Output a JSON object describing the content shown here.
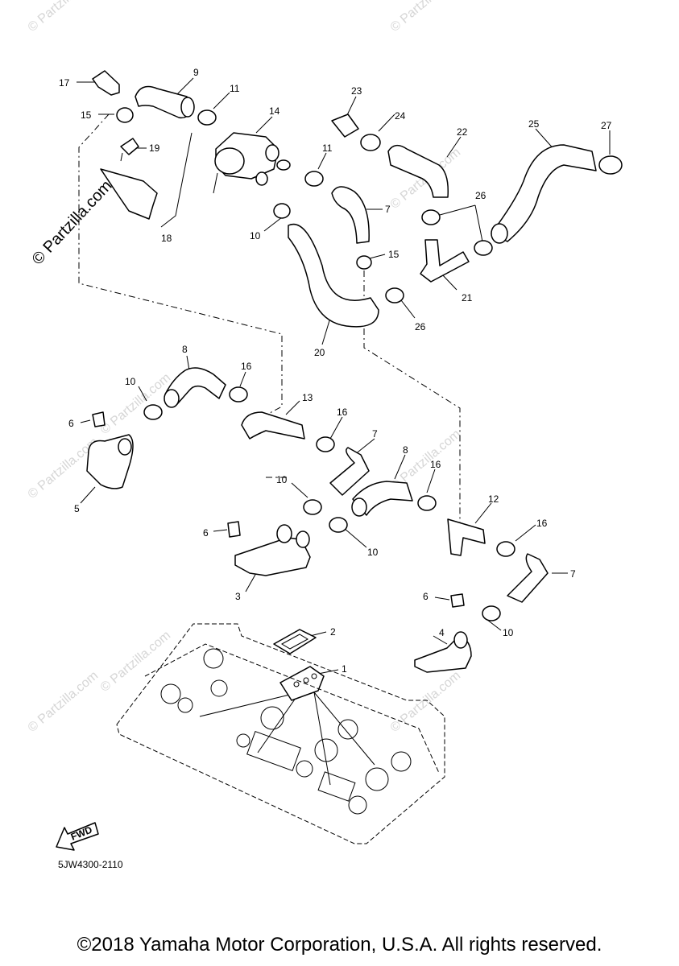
{
  "watermarks": [
    "© Partzilla.com",
    "© Partzilla.com",
    "© Partzilla.com",
    "© Partzilla.com",
    "© Partzilla.com",
    "© Partzilla.com",
    "© Partzilla.com",
    "© Partzilla.com",
    "© Partzilla.com"
  ],
  "main_watermark": "© Partzilla.com",
  "callouts": [
    "17",
    "9",
    "11",
    "15",
    "14",
    "23",
    "24",
    "22",
    "25",
    "27",
    "19",
    "11",
    "7",
    "26",
    "10",
    "18",
    "15",
    "21",
    "26",
    "20",
    "8",
    "16",
    "10",
    "13",
    "6",
    "16",
    "7",
    "8",
    "10",
    "16",
    "12",
    "5",
    "6",
    "10",
    "16",
    "7",
    "3",
    "6",
    "4",
    "10",
    "2",
    "1"
  ],
  "fwd_label": "FWD",
  "part_code": "5JW4300-2110",
  "copyright": "©2018 Yamaha Motor Corporation, U.S.A. All rights reserved."
}
